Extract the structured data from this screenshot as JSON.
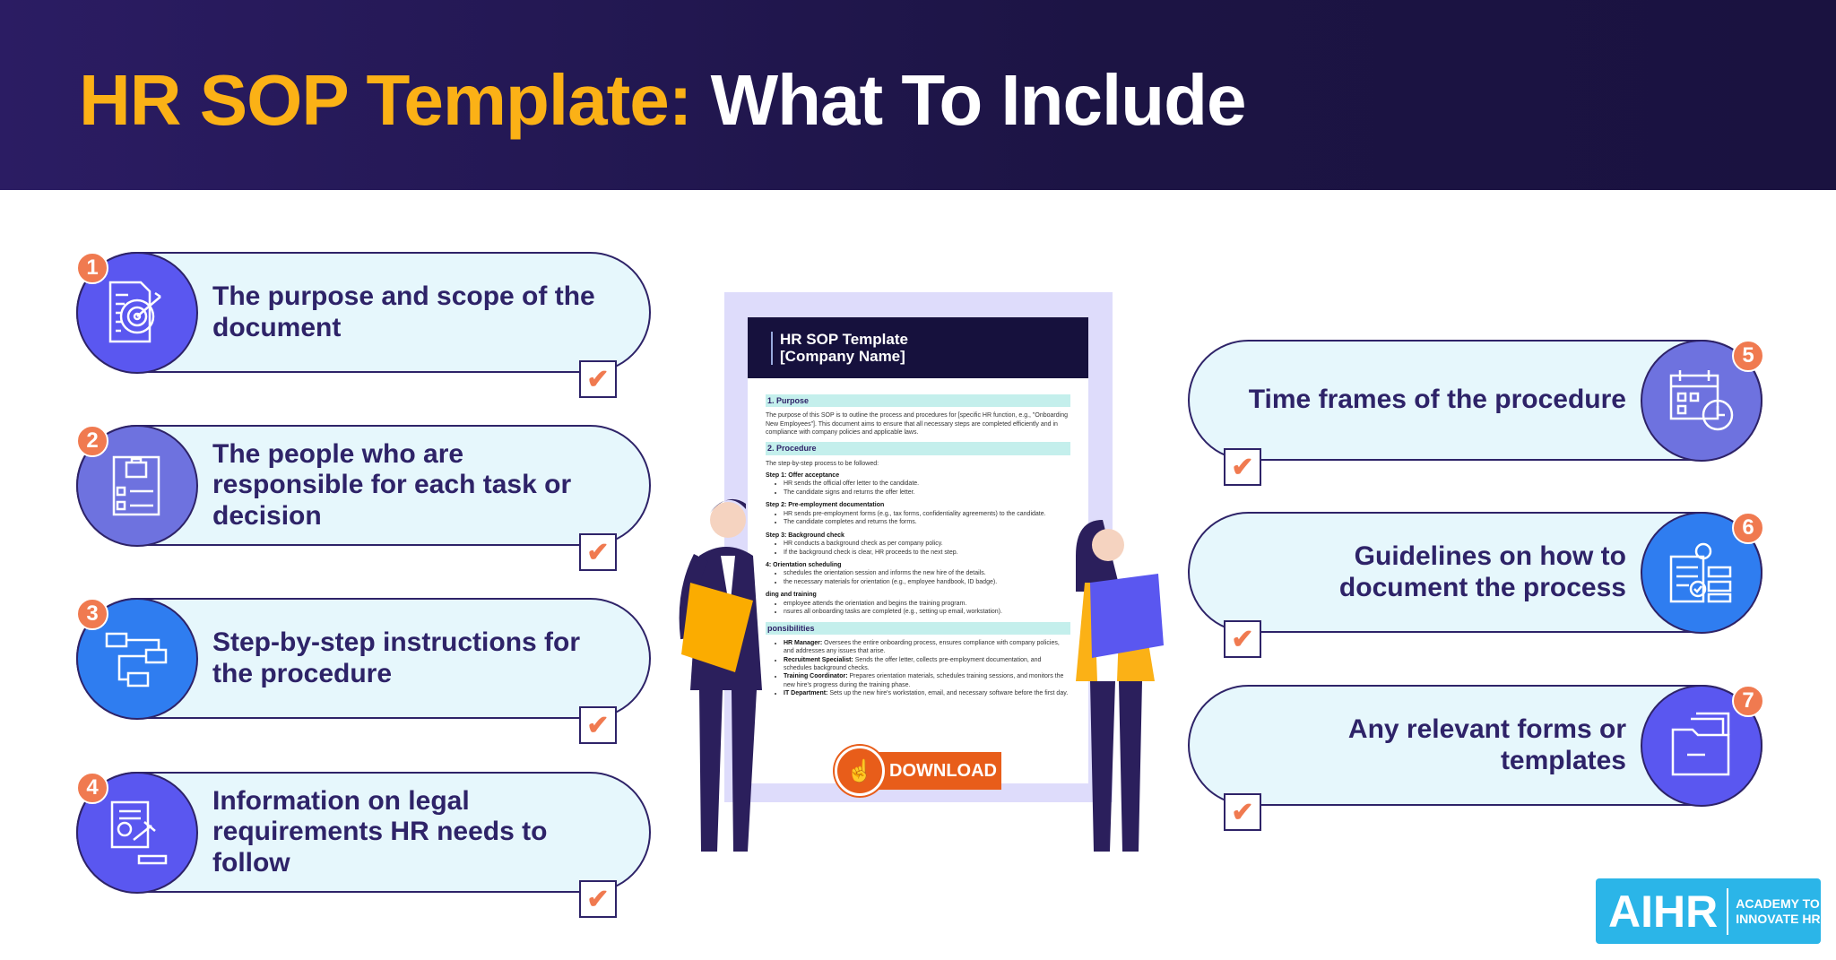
{
  "header": {
    "title_highlight": "HR SOP Template:",
    "title_rest": "What To Include"
  },
  "items_left": [
    {
      "number": "1",
      "text": "The purpose and scope of the document",
      "icon": "document-target-icon"
    },
    {
      "number": "2",
      "text": "The people who are responsible for each task or decision",
      "icon": "clipboard-briefcase-icon"
    },
    {
      "number": "3",
      "text": "Step-by-step instructions for the procedure",
      "icon": "flowchart-icon"
    },
    {
      "number": "4",
      "text": "Information on legal requirements HR needs to follow",
      "icon": "legal-gavel-icon"
    }
  ],
  "items_right": [
    {
      "number": "5",
      "text": "Time frames of the procedure",
      "icon": "calendar-clock-icon"
    },
    {
      "number": "6",
      "text": "Guidelines on how to document the process",
      "icon": "document-gear-icon"
    },
    {
      "number": "7",
      "text": "Any relevant forms or templates",
      "icon": "folder-icon"
    }
  ],
  "check_mark": "✔",
  "document": {
    "title": "HR SOP Template",
    "subtitle": "[Company Name]",
    "s1": "1. Purpose",
    "s1_text": "The purpose of this SOP is to outline the process and procedures for [specific HR function, e.g., \"Onboarding New Employees\"]. This document aims to ensure that all necessary steps are completed efficiently and in compliance with company policies and applicable laws.",
    "s2": "2. Procedure",
    "s2_intro": "The step-by-step process to be followed:",
    "steps": [
      {
        "title": "Step 1: Offer acceptance",
        "b1": "HR sends the official offer letter to the candidate.",
        "b2": "The candidate signs and returns the offer letter."
      },
      {
        "title": "Step 2: Pre-employment documentation",
        "b1": "HR sends pre-employment forms (e.g., tax forms, confidentiality agreements) to the candidate.",
        "b2": "The candidate completes and returns the forms."
      },
      {
        "title": "Step 3: Background check",
        "b1": "HR conducts a background check as per company policy.",
        "b2": "If the background check is clear, HR proceeds to the next step."
      },
      {
        "title": "4: Orientation scheduling",
        "b1": "schedules the orientation session and informs the new hire of the details.",
        "b2": "the necessary materials for orientation (e.g., employee handbook, ID badge)."
      },
      {
        "title": "ding and training",
        "b1": "employee attends the orientation and begins the training program.",
        "b2": "nsures all onboarding tasks are completed (e.g., setting up email, workstation)."
      }
    ],
    "s3": "ponsibilities",
    "roles": [
      {
        "role": "HR Manager:",
        "text": "Oversees the entire onboarding process, ensures compliance with company policies, and addresses any issues that arise."
      },
      {
        "role": "Recruitment Specialist:",
        "text": "Sends the offer letter, collects pre-employment documentation, and schedules background checks."
      },
      {
        "role": "Training Coordinator:",
        "text": "Prepares orientation materials, schedules training sessions, and monitors the new hire's progress during the training phase."
      },
      {
        "role": "IT Department:",
        "text": "Sets up the new hire's workstation, email, and necessary software before the first day."
      }
    ]
  },
  "download": {
    "label": "DOWNLOAD",
    "icon": "hand-pointer-icon"
  },
  "logo": {
    "brand": "AIHR",
    "tagline1": "ACADEMY TO",
    "tagline2": "INNOVATE HR"
  },
  "colors": {
    "navy": "#1c1444",
    "orange_title": "#fbb116",
    "card_bg": "#e6f7fc",
    "accent": "#f07a50",
    "download": "#e85d1a",
    "logo": "#2bb5e8"
  }
}
